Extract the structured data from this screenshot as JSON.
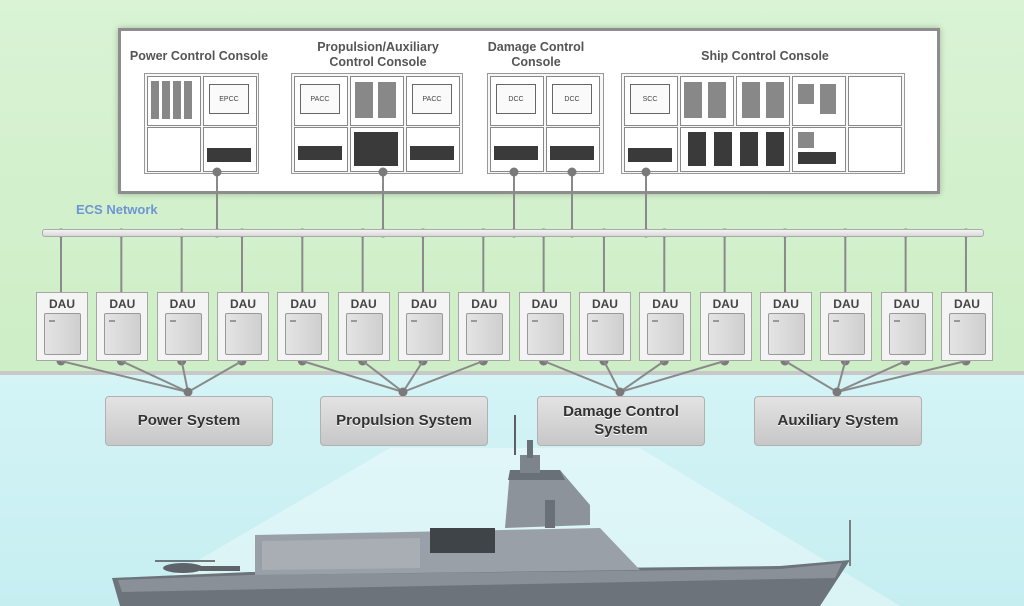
{
  "diagram": {
    "consoles": [
      {
        "title": "Power Control Console",
        "screens": [
          "EPCC"
        ]
      },
      {
        "title": "Propulsion/Auxiliary\nControl Console",
        "screens": [
          "PACC",
          "PACC"
        ]
      },
      {
        "title": "Damage Control\nConsole",
        "screens": [
          "DCC",
          "DCC"
        ]
      },
      {
        "title": "Ship Control Console",
        "screens": [
          "SCC"
        ]
      }
    ],
    "network_label": "ECS Network",
    "dau_label": "DAU",
    "dau_count": 16,
    "systems": [
      {
        "label": "Power System"
      },
      {
        "label": "Propulsion System"
      },
      {
        "label": "Damage Control\nSystem"
      },
      {
        "label": "Auxiliary System"
      }
    ],
    "colors": {
      "top_background": "#d4f1cd",
      "bottom_background": "#cdf1f3",
      "network_label": "#6e95d4",
      "line": "#8a8a8a"
    }
  }
}
